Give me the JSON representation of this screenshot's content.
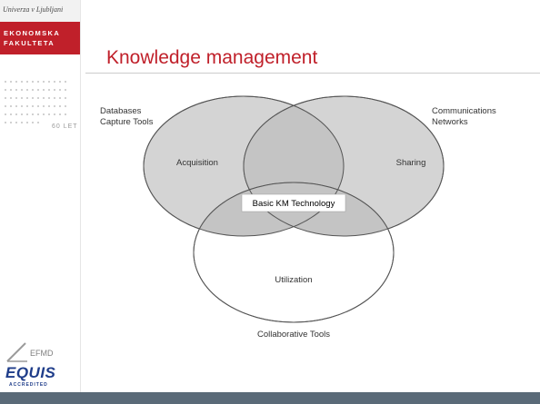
{
  "sidebar": {
    "university": "Univerza v Ljubljani",
    "faculty_line1": "EKONOMSKA",
    "faculty_line2": "FAKULTETA",
    "anniversary": "60 LET",
    "efmd": "EFMD",
    "equis": "EQUIS",
    "accredited": "ACCREDITED"
  },
  "slide": {
    "title": "Knowledge management"
  },
  "diagram": {
    "circles": [
      {
        "name": "Acquisition",
        "outer_label_lines": [
          "Databases",
          "Capture Tools"
        ]
      },
      {
        "name": "Sharing",
        "outer_label_lines": [
          "Communications",
          "Networks"
        ]
      },
      {
        "name": "Utilization",
        "outer_label_lines": [
          "Collaborative Tools"
        ]
      }
    ],
    "center_label": "Basic KM Technology"
  },
  "colors": {
    "title": "#c0202a",
    "faculty_box": "#c0202a",
    "circle_fill": "#d4d4d4",
    "bottom_bar": "#5a6a78"
  }
}
